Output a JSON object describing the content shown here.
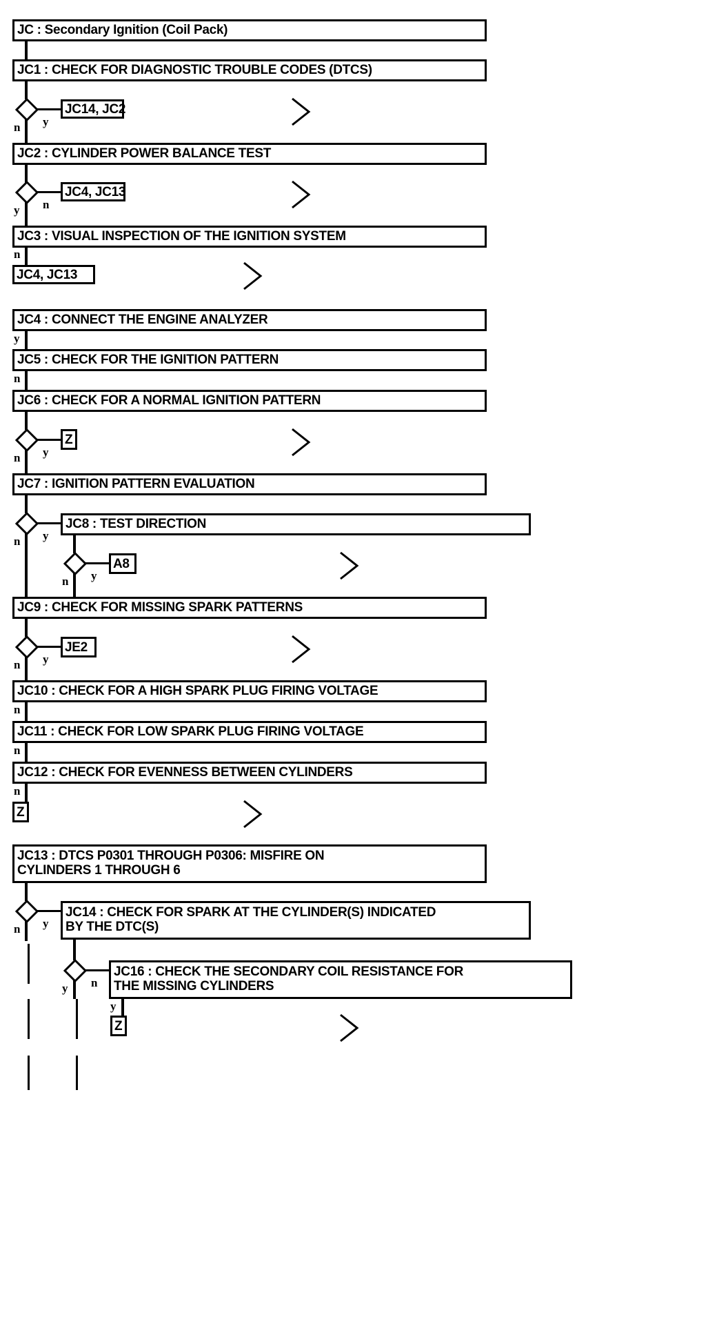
{
  "diagram": {
    "title": "JC : Secondary Ignition (Coil Pack)",
    "type": "flowchart",
    "branch_labels": {
      "yes": "y",
      "no": "n"
    },
    "steps": [
      {
        "id": "JC",
        "label": "JC : Secondary Ignition (Coil Pack)"
      },
      {
        "id": "JC1",
        "label": "JC1 : CHECK FOR DIAGNOSTIC TROUBLE CODES (DTCS)"
      },
      {
        "id": "JC2",
        "label": "JC2 : CYLINDER POWER BALANCE TEST"
      },
      {
        "id": "JC3",
        "label": "JC3 : VISUAL INSPECTION OF THE IGNITION SYSTEM"
      },
      {
        "id": "JC4",
        "label": "JC4 : CONNECT THE ENGINE ANALYZER"
      },
      {
        "id": "JC5",
        "label": "JC5 : CHECK FOR THE IGNITION PATTERN"
      },
      {
        "id": "JC6",
        "label": "JC6 : CHECK FOR A NORMAL IGNITION PATTERN"
      },
      {
        "id": "JC7",
        "label": "JC7 : IGNITION PATTERN EVALUATION"
      },
      {
        "id": "JC8",
        "label": "JC8 : TEST DIRECTION"
      },
      {
        "id": "JC9",
        "label": "JC9 : CHECK FOR MISSING SPARK PATTERNS"
      },
      {
        "id": "JC10",
        "label": "JC10 : CHECK FOR A HIGH SPARK PLUG FIRING VOLTAGE"
      },
      {
        "id": "JC11",
        "label": "JC11 : CHECK FOR LOW SPARK PLUG FIRING VOLTAGE"
      },
      {
        "id": "JC12",
        "label": "JC12 : CHECK FOR EVENNESS BETWEEN CYLINDERS"
      },
      {
        "id": "JC13",
        "label": "JC13 : DTCS P0301 THROUGH P0306: MISFIRE ON\nCYLINDERS 1 THROUGH 6"
      },
      {
        "id": "JC14",
        "label": "JC14 : CHECK FOR SPARK AT THE CYLINDER(S) INDICATED\nBY THE DTC(S)"
      },
      {
        "id": "JC16",
        "label": "JC16 : CHECK THE SECONDARY COIL RESISTANCE FOR\nTHE MISSING CYLINDERS"
      }
    ],
    "connectors": [
      {
        "id": "ref1",
        "label": "JC14, JC2",
        "from": "JC1",
        "branch": "y"
      },
      {
        "id": "ref2",
        "label": "JC4, JC13",
        "from": "JC2",
        "branch": "n"
      },
      {
        "id": "ref3",
        "label": "JC4, JC13",
        "from": "JC3",
        "branch": "n"
      },
      {
        "id": "ref4",
        "label": "Z",
        "from": "JC6",
        "branch": "y"
      },
      {
        "id": "ref5",
        "label": "A8",
        "from": "JC8",
        "branch": "y"
      },
      {
        "id": "ref6",
        "label": "JE2",
        "from": "JC9",
        "branch": "y"
      },
      {
        "id": "ref7",
        "label": "Z",
        "from": "JC12",
        "branch": "n"
      },
      {
        "id": "ref8",
        "label": "Z",
        "from": "JC16",
        "branch": "y"
      }
    ],
    "branch_markers": [
      {
        "for": "JC1",
        "left": "n",
        "right": "y"
      },
      {
        "for": "JC2",
        "left": "y",
        "right": "n"
      },
      {
        "for": "JC3",
        "left": "n",
        "right": ""
      },
      {
        "for": "JC4",
        "left": "y",
        "right": ""
      },
      {
        "for": "JC5",
        "left": "n",
        "right": ""
      },
      {
        "for": "JC6",
        "left": "n",
        "right": "y"
      },
      {
        "for": "JC7",
        "left": "n",
        "right": "y"
      },
      {
        "for": "JC8",
        "left": "n",
        "right": "y"
      },
      {
        "for": "JC9",
        "left": "n",
        "right": "y"
      },
      {
        "for": "JC10",
        "left": "n",
        "right": ""
      },
      {
        "for": "JC11",
        "left": "n",
        "right": ""
      },
      {
        "for": "JC12",
        "left": "n",
        "right": ""
      },
      {
        "for": "JC13",
        "left": "n",
        "right": "y"
      },
      {
        "for": "JC14",
        "left": "y",
        "right": "n"
      },
      {
        "for": "JC16",
        "left": "y",
        "right": ""
      }
    ],
    "colors": {
      "stroke": "#000000",
      "fill": "#ffffff",
      "text": "#000000"
    }
  }
}
